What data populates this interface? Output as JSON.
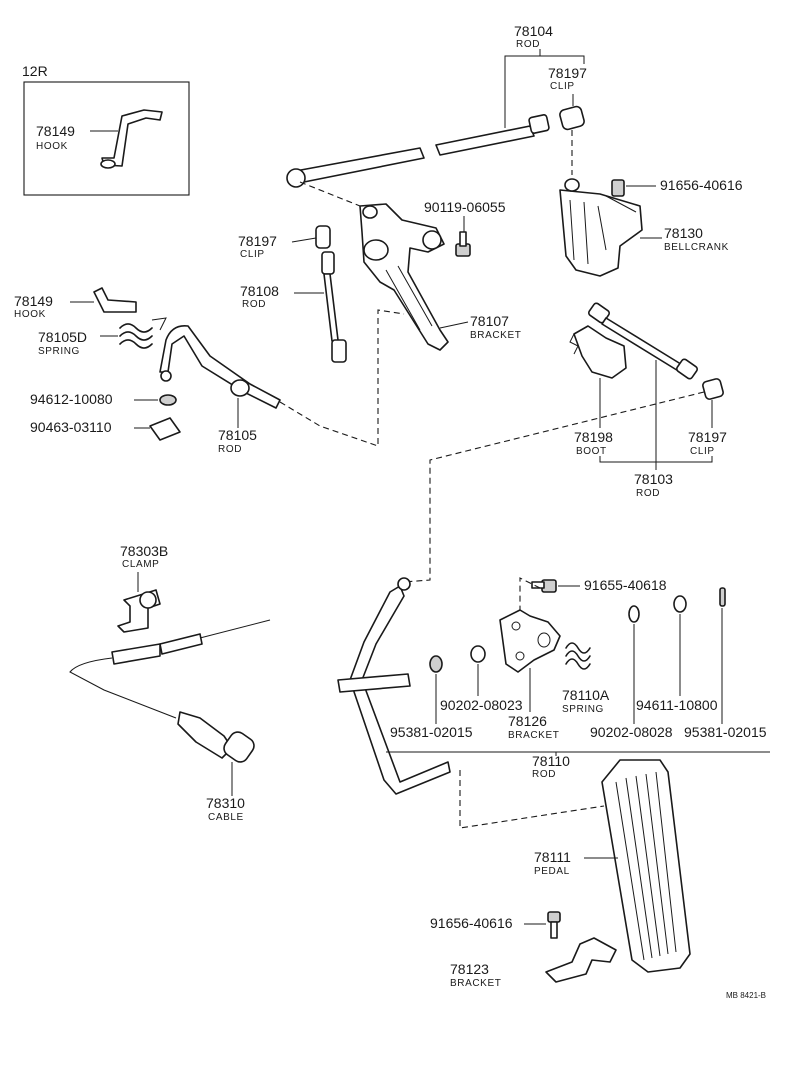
{
  "diagram_code": "MB 8421-B",
  "inset_label": "12R",
  "parts": {
    "rod_78104": {
      "number": "78104",
      "name": "ROD"
    },
    "clip_78197_top": {
      "number": "78197",
      "name": "CLIP"
    },
    "hook_78149_inset": {
      "number": "78149",
      "name": "HOOK"
    },
    "bolt_90119": {
      "number": "90119-06055"
    },
    "bolt_91656_top": {
      "number": "91656-40616"
    },
    "bellcrank_78130": {
      "number": "78130",
      "name": "BELLCRANK"
    },
    "clip_78197_left": {
      "number": "78197",
      "name": "CLIP"
    },
    "rod_78108": {
      "number": "78108",
      "name": "ROD"
    },
    "bracket_78107": {
      "number": "78107",
      "name": "BRACKET"
    },
    "hook_78149": {
      "number": "78149",
      "name": "HOOK"
    },
    "spring_78105D": {
      "number": "78105D",
      "name": "SPRING"
    },
    "nut_94612": {
      "number": "94612-10080"
    },
    "clip_90463": {
      "number": "90463-03110"
    },
    "rod_78105": {
      "number": "78105",
      "name": "ROD"
    },
    "boot_78198": {
      "number": "78198",
      "name": "BOOT"
    },
    "clip_78197_right": {
      "number": "78197",
      "name": "CLIP"
    },
    "rod_78103": {
      "number": "78103",
      "name": "ROD"
    },
    "clamp_78303B": {
      "number": "78303B",
      "name": "CLAMP"
    },
    "bolt_91655": {
      "number": "91655-40618"
    },
    "washer_90202_a": {
      "number": "90202-08023"
    },
    "spring_78110A": {
      "number": "78110A",
      "name": "SPRING"
    },
    "nut_94611": {
      "number": "94611-10800"
    },
    "pin_95381_a": {
      "number": "95381-02015"
    },
    "bracket_78126": {
      "number": "78126",
      "name": "BRACKET"
    },
    "washer_90202_b": {
      "number": "90202-08028"
    },
    "pin_95381_b": {
      "number": "95381-02015"
    },
    "rod_78110": {
      "number": "78110",
      "name": "ROD"
    },
    "cable_78310": {
      "number": "78310",
      "name": "CABLE"
    },
    "pedal_78111": {
      "number": "78111",
      "name": "PEDAL"
    },
    "bolt_91656_bottom": {
      "number": "91656-40616"
    },
    "bracket_78123": {
      "number": "78123",
      "name": "BRACKET"
    }
  }
}
